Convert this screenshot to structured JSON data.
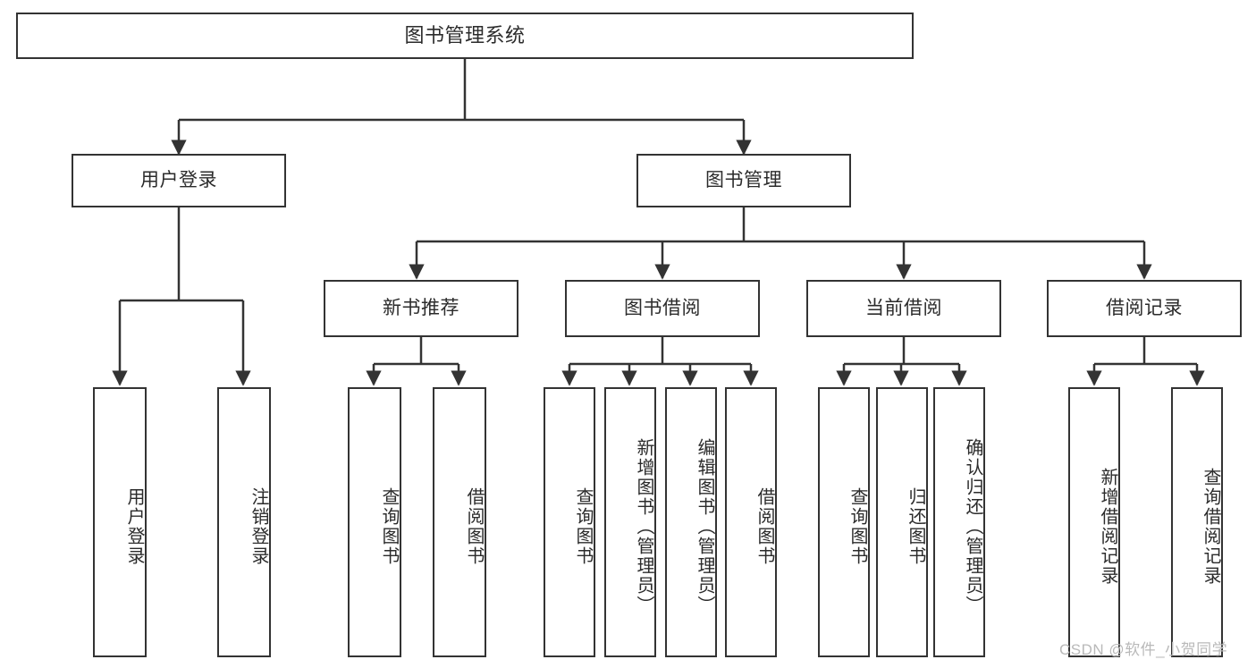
{
  "diagram": {
    "title": "图书管理系统",
    "type": "hierarchy-tree",
    "watermark": "CSDN @软件_小贺同学",
    "colors": {
      "background": "#ffffff",
      "border": "#333333",
      "text": "#2b2b2b",
      "watermark": "#b9b9b9"
    },
    "levels": {
      "root": {
        "label": "图书管理系统"
      },
      "level2": [
        {
          "label": "用户登录"
        },
        {
          "label": "图书管理"
        }
      ],
      "level3": [
        {
          "label": "新书推荐"
        },
        {
          "label": "图书借阅"
        },
        {
          "label": "当前借阅"
        },
        {
          "label": "借阅记录"
        }
      ],
      "leaves": {
        "user_login": [
          {
            "label": "用户登录"
          },
          {
            "label": "注销登录"
          }
        ],
        "new_book": [
          {
            "label": "查询图书"
          },
          {
            "label": "借阅图书"
          }
        ],
        "book_borrow": [
          {
            "label": "查询图书"
          },
          {
            "label": "新增图书（管理员）"
          },
          {
            "label": "编辑图书（管理员）"
          },
          {
            "label": "借阅图书"
          }
        ],
        "current_borrow": [
          {
            "label": "查询图书"
          },
          {
            "label": "归还图书"
          },
          {
            "label": "确认归还（管理员）"
          }
        ],
        "borrow_record": [
          {
            "label": "新增借阅记录"
          },
          {
            "label": "查询借阅记录"
          }
        ]
      }
    }
  }
}
